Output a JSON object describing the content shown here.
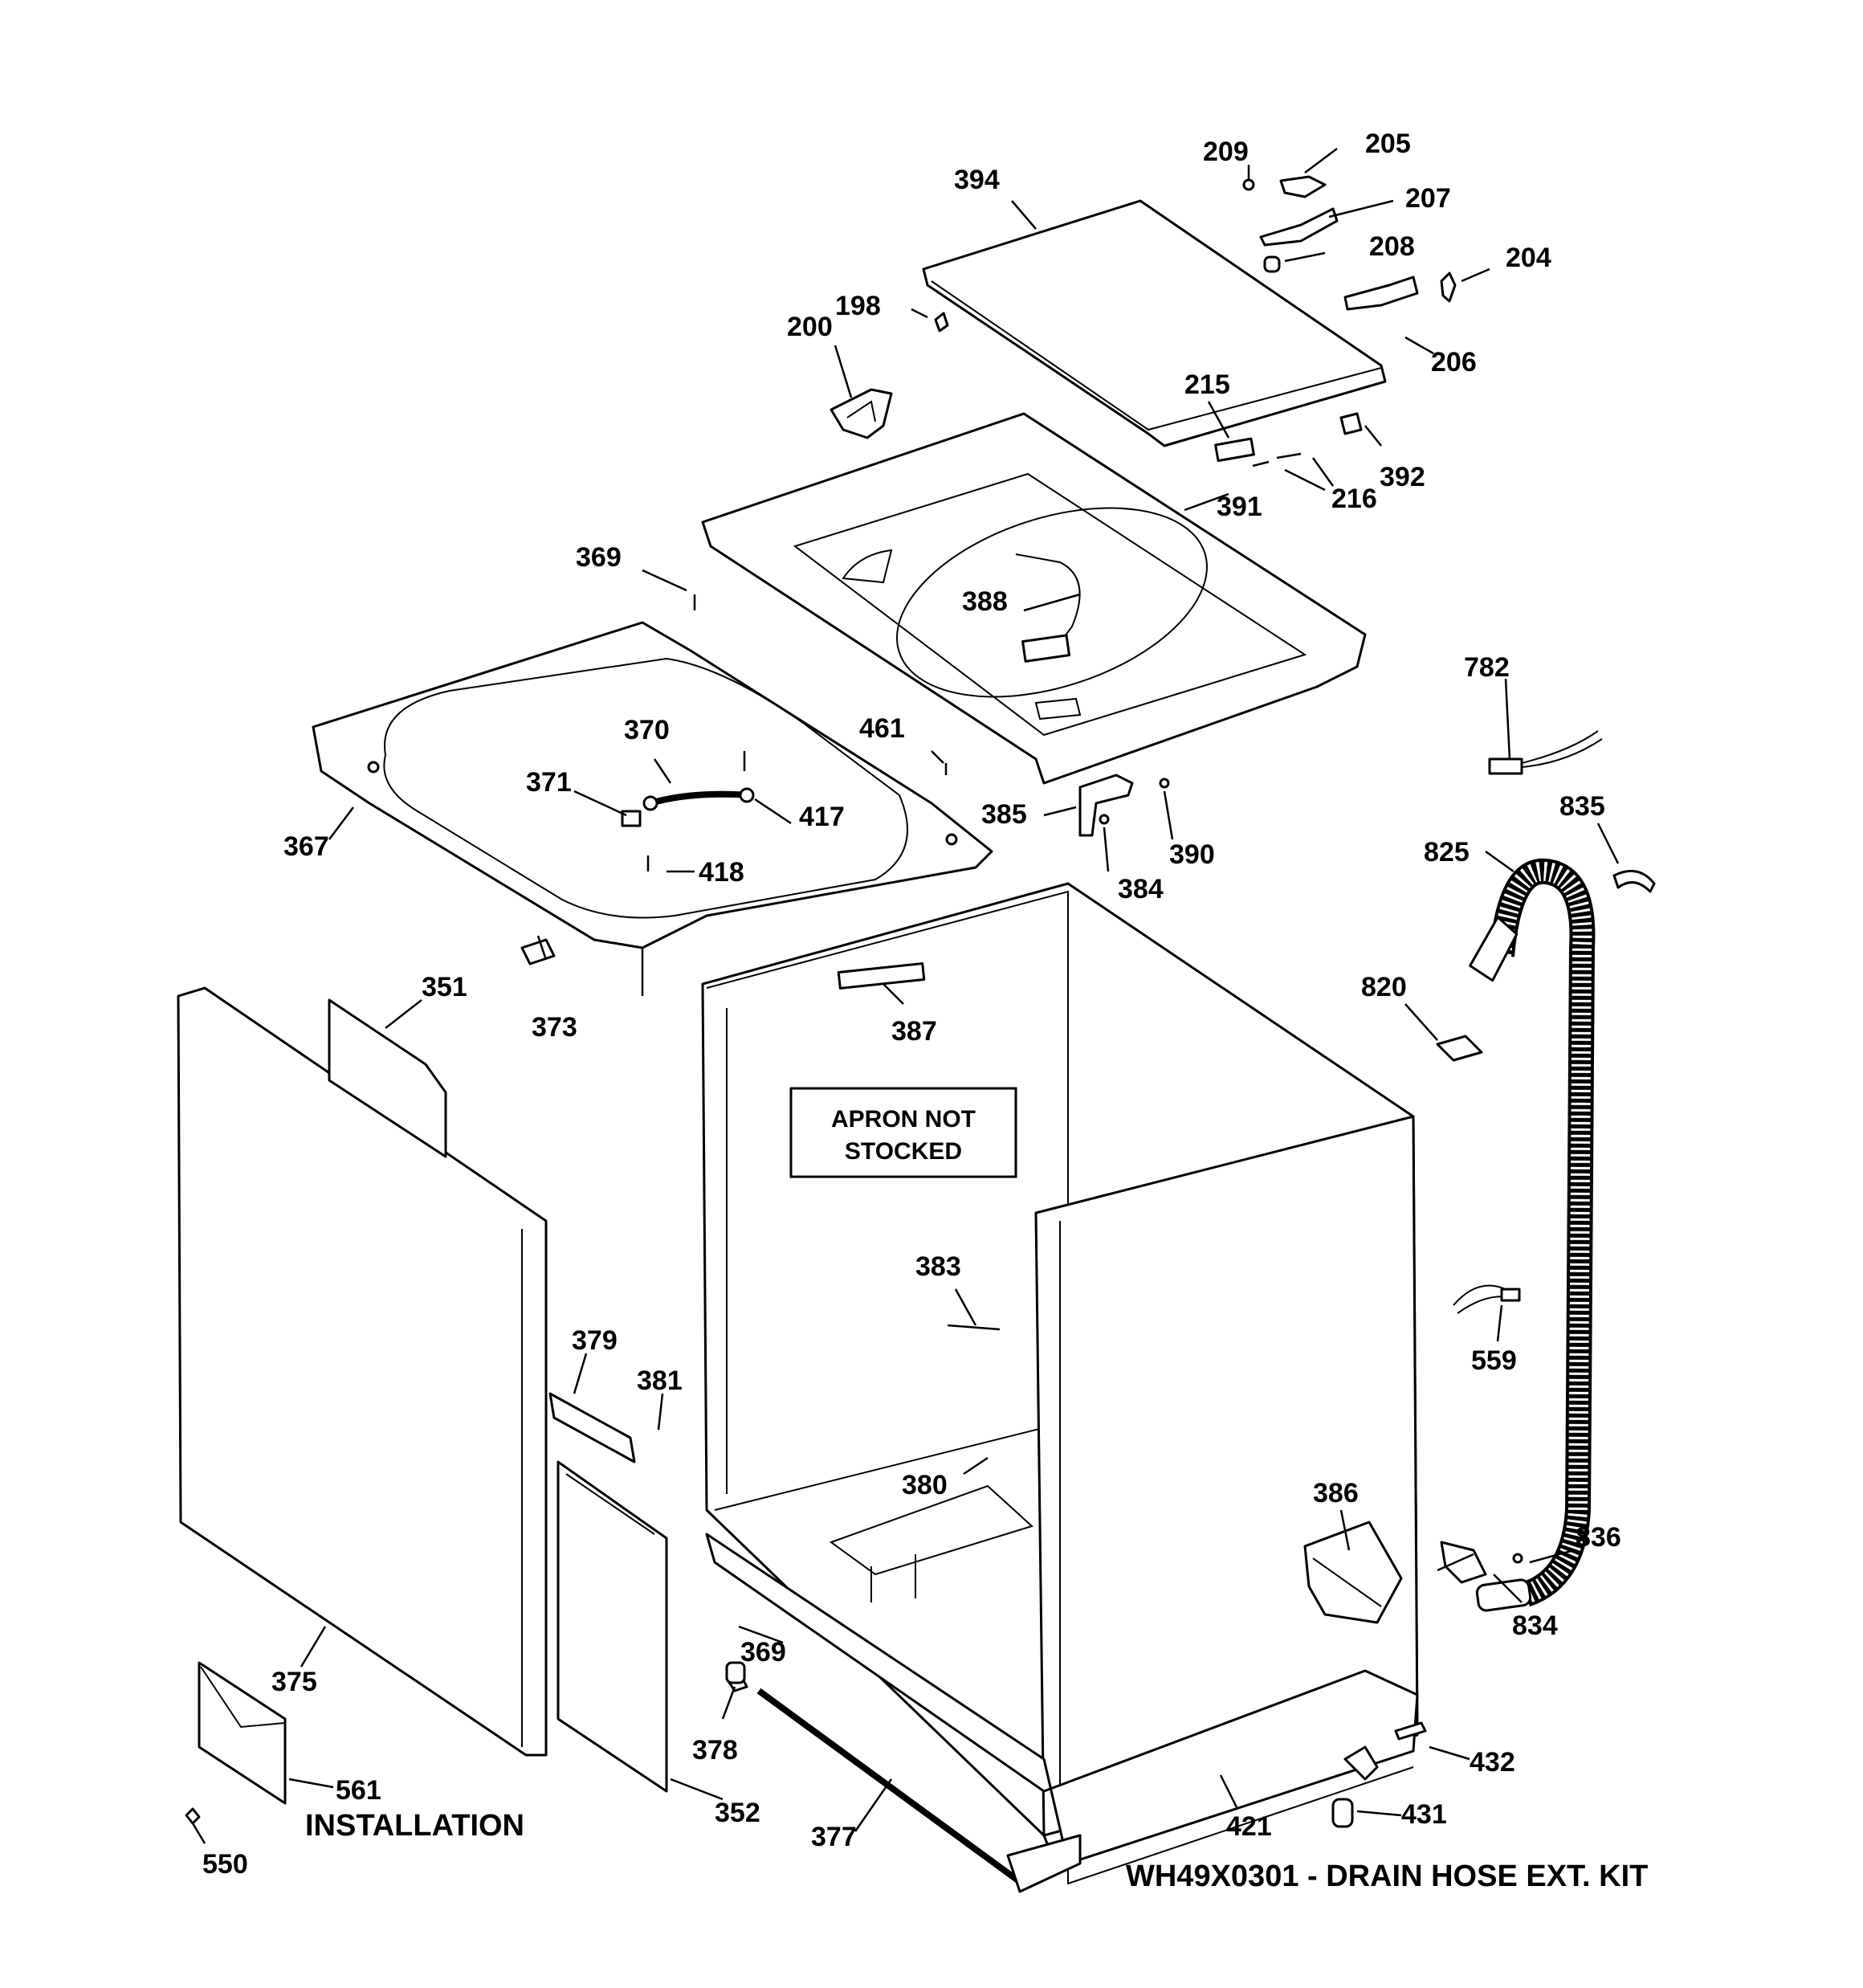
{
  "notes": {
    "apron_line1": "APRON NOT",
    "apron_line2": "STOCKED",
    "installation": "INSTALLATION",
    "kit": "WH49X0301 - DRAIN HOSE EXT. KIT"
  },
  "callouts": {
    "p209": "209",
    "p205": "205",
    "p207": "207",
    "p394": "394",
    "p208": "208",
    "p204": "204",
    "p198": "198",
    "p200": "200",
    "p206": "206",
    "p215": "215",
    "p392": "392",
    "p216": "216",
    "p391": "391",
    "p369a": "369",
    "p388": "388",
    "p782": "782",
    "p370": "370",
    "p461": "461",
    "p371": "371",
    "p417": "417",
    "p835": "835",
    "p385": "385",
    "p825": "825",
    "p367": "367",
    "p390": "390",
    "p418": "418",
    "p384": "384",
    "p820": "820",
    "p351": "351",
    "p373": "373",
    "p387": "387",
    "p383": "383",
    "p559": "559",
    "p379": "379",
    "p381": "381",
    "p380": "380",
    "p386": "386",
    "p836": "836",
    "p834": "834",
    "p369b": "369",
    "p375": "375",
    "p378": "378",
    "p432": "432",
    "p561": "561",
    "p352": "352",
    "p421": "421",
    "p431": "431",
    "p377": "377",
    "p550": "550"
  }
}
